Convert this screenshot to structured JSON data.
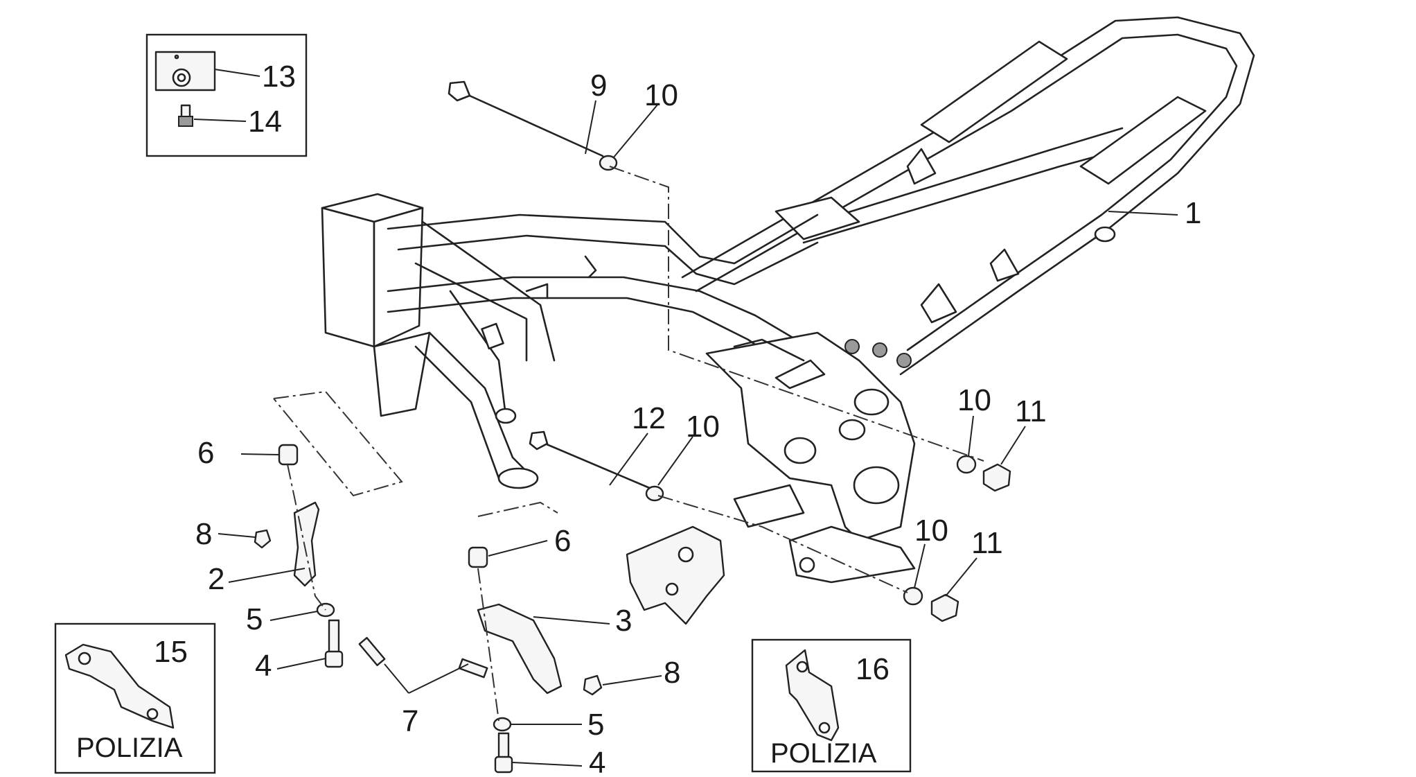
{
  "diagram": {
    "callouts": {
      "c1": "1",
      "c2": "2",
      "c3": "3",
      "c4a": "4",
      "c4b": "4",
      "c5a": "5",
      "c5b": "5",
      "c6a": "6",
      "c6b": "6",
      "c7": "7",
      "c8a": "8",
      "c8b": "8",
      "c9": "9",
      "c10a": "10",
      "c10b": "10",
      "c10c": "10",
      "c10d": "10",
      "c11a": "11",
      "c11b": "11",
      "c12": "12",
      "c13": "13",
      "c14": "14",
      "c15": "15",
      "c16": "16"
    },
    "boxes": {
      "polizia_left": "POLIZIA",
      "polizia_right": "POLIZIA"
    }
  }
}
